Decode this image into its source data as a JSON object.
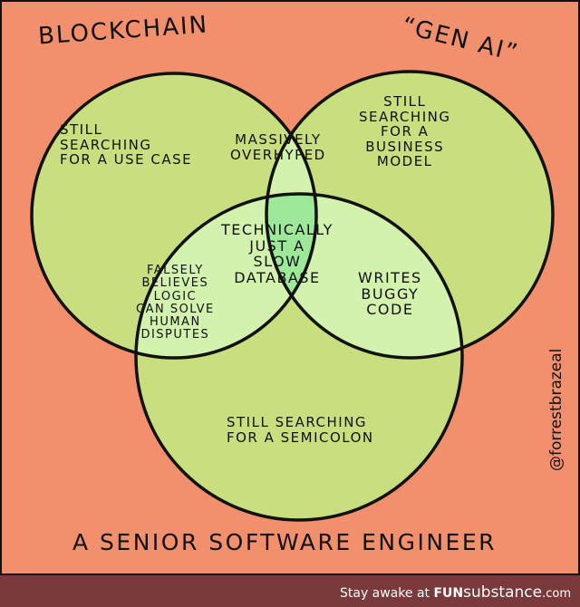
{
  "titles": {
    "left": "BLOCKCHAIN",
    "right": "“GEN AI”",
    "bottom": "A SENIOR SOFTWARE ENGINEER"
  },
  "regions": {
    "left_only": "STILL\nSEARCHING\nFOR A USE CASE",
    "right_only": "STILL\nSEARCHING\nFOR A\nBUSINESS\nMODEL",
    "left_right": "MASSIVELY\nOVERHYPED",
    "center": "TECHNICALLY\nJUST A\nSLOW\nDATABASE",
    "left_bottom": "FALSELY\nBELIEVES\nLOGIC\nCAN SOLVE\nHUMAN\nDISPUTES",
    "right_bottom": "WRITES\nBUGGY\nCODE",
    "bottom_only": "STILL SEARCHING\nFOR A SEMICOLON"
  },
  "signature": "@forrestbrazeal",
  "footer": {
    "prefix": "Stay awake at ",
    "brand_bold": "FUN",
    "brand_rest": "substance",
    "suffix": ".com"
  },
  "colors": {
    "background": "#f28f6c",
    "circle_single": "#c9de7e",
    "circle_double": "#d3f2ad",
    "circle_triple": "#9ee89a",
    "footer_bar": "#7a3a3c"
  }
}
